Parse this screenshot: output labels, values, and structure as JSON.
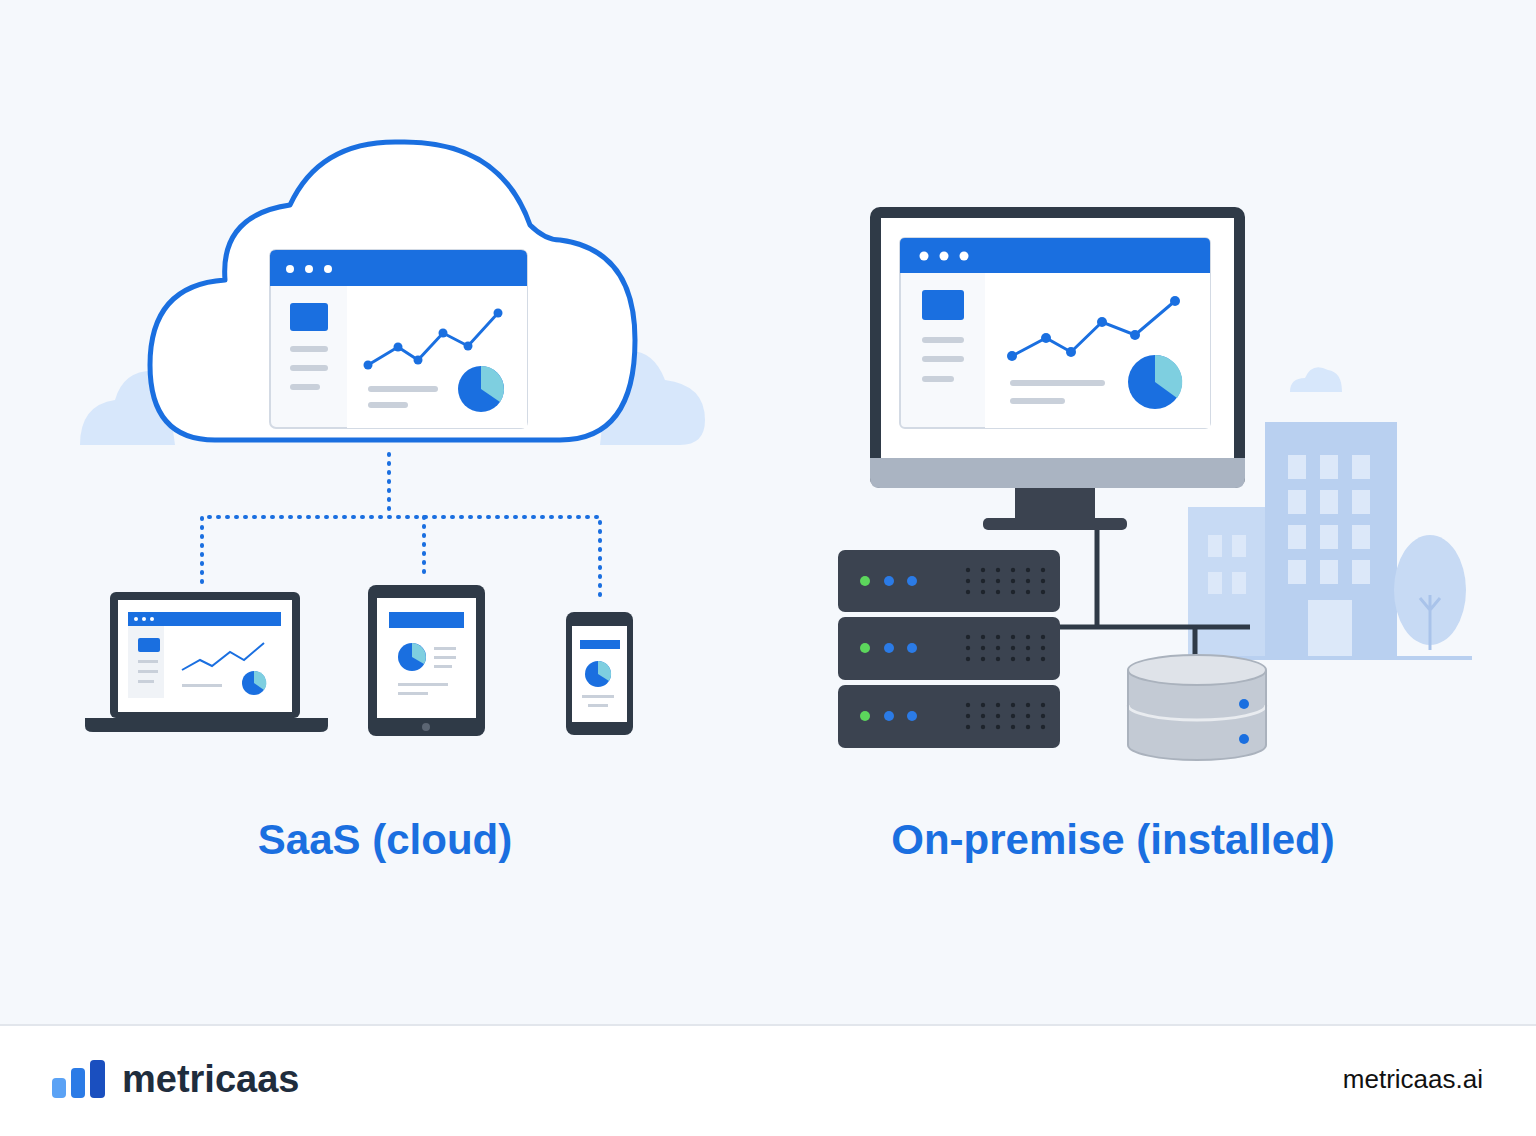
{
  "diagram": {
    "labels": [
      "SaaS (cloud)",
      "On-premise (installed)",
      "metricaas",
      "metricaas.ai"
    ]
  }
}
